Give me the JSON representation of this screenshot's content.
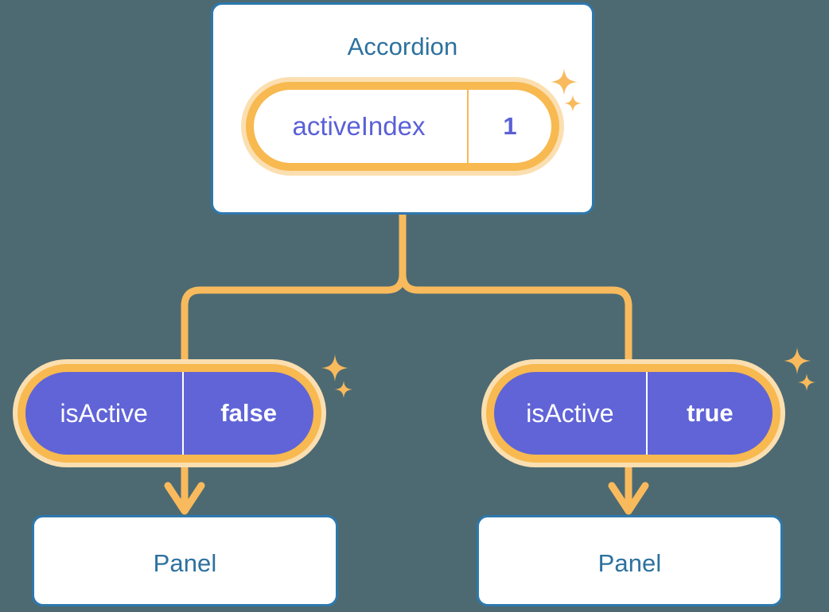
{
  "meta": {
    "title": "Accordion component state tree",
    "background_color": "#4d6a72"
  },
  "palette": {
    "background": "#4d6a72",
    "card_border": "#2d78ad",
    "card_fill": "#ffffff",
    "title_text": "#2d719f",
    "ring_outer": "#fbdfb1",
    "ring_inner": "#f7b950",
    "connector": "#f8ba5d",
    "pill_fill": "#6164d7",
    "pill_text_light": "#5b60d6",
    "pill_text_on_fill": "#ffffff",
    "sparkle": "#f8ba5d"
  },
  "tree": {
    "root": {
      "title": "Accordion",
      "state": {
        "key": "activeIndex",
        "value": "1"
      },
      "sparkles": [
        "sparkle-large-icon",
        "sparkle-small-icon"
      ]
    },
    "branches": [
      {
        "id": "left",
        "state": {
          "key": "isActive",
          "value": "false"
        },
        "child": {
          "title": "Panel"
        },
        "sparkles": [
          "sparkle-large-icon",
          "sparkle-small-icon"
        ]
      },
      {
        "id": "right",
        "state": {
          "key": "isActive",
          "value": "true"
        },
        "child": {
          "title": "Panel"
        },
        "sparkles": [
          "sparkle-large-icon",
          "sparkle-small-icon"
        ]
      }
    ]
  }
}
